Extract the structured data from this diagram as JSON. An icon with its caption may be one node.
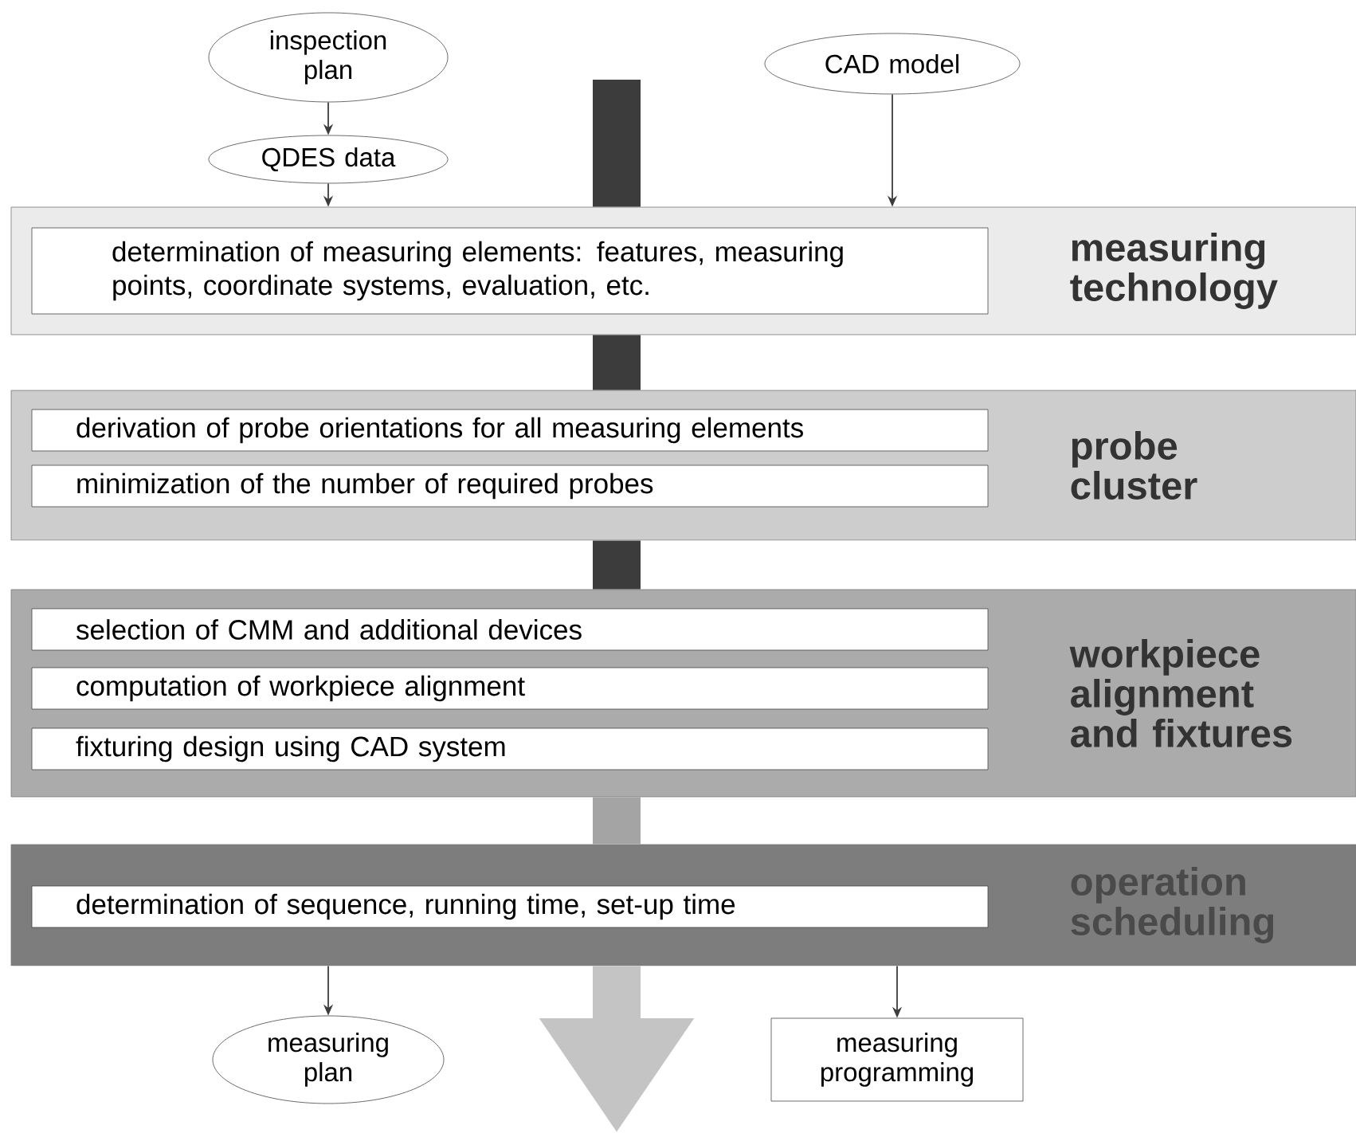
{
  "diagram": {
    "nodes": [
      {
        "text": [
          "inspection plan"
        ]
      },
      {
        "text": [
          "QDES data"
        ]
      },
      {
        "text": [
          "CAD model"
        ]
      },
      {
        "text": [
          "measuring technology"
        ]
      },
      {
        "text": [
          "determination of measuring elements: features, measuring points, coordinate systems, evaluation, etc."
        ],
        "in": 3
      },
      {
        "text": [
          "probe cluster"
        ]
      },
      {
        "text": [
          "derivation of probe orientations for all measuring elements"
        ],
        "in": 5
      },
      {
        "text": [
          "minimization of the number of required probes"
        ],
        "in": 5
      },
      {
        "text": [
          "workpiece alignment and fixtures"
        ]
      },
      {
        "text": [
          "selection of CMM and additional devices"
        ],
        "in": 8
      },
      {
        "text": [
          "computation of workpiece alignment"
        ],
        "in": 8
      },
      {
        "text": [
          "fixturing design using CAD system"
        ],
        "in": 8
      },
      {
        "text": [
          "operation scheduling"
        ]
      },
      {
        "text": [
          "determination of sequence, running time, set-up time"
        ],
        "in": 12
      },
      {
        "text": [
          "measuring plan"
        ]
      },
      {
        "text": [
          "measuring programming"
        ]
      }
    ],
    "edges": [
      {
        "from": 0,
        "to": 1,
        "arrow": "to"
      },
      {
        "from": 1,
        "to": 3,
        "arrow": "to"
      },
      {
        "from": 2,
        "to": 3,
        "arrow": "to"
      },
      {
        "from": null,
        "to": 3,
        "arrow": "none",
        "style": "thick",
        "color": "#3c3c3c"
      },
      {
        "from": 3,
        "to": 5,
        "arrow": "none",
        "style": "thick",
        "color": "#3c3c3c"
      },
      {
        "from": 5,
        "to": 8,
        "arrow": "none",
        "style": "thick",
        "color": "#3c3c3c"
      },
      {
        "from": 8,
        "to": 12,
        "arrow": "none",
        "style": "thick",
        "color": "#a4a4a4"
      },
      {
        "from": 12,
        "to": null,
        "arrow": "to",
        "style": "thick",
        "color": "#c4c4c4"
      },
      {
        "from": 12,
        "to": 14,
        "arrow": "to"
      },
      {
        "from": 12,
        "to": 15,
        "arrow": "to"
      }
    ]
  }
}
